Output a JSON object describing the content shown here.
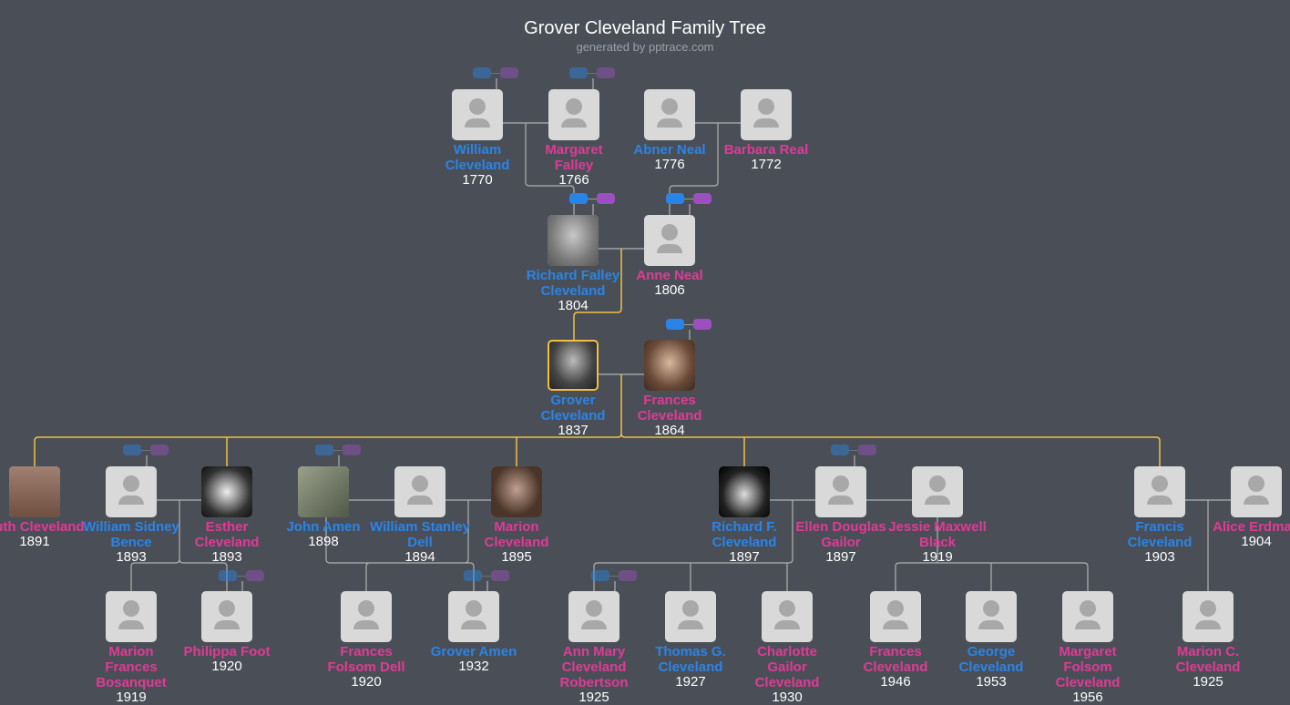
{
  "header": {
    "title": "Grover Cleveland Family Tree",
    "subtitle": "generated by pptrace.com"
  },
  "colors": {
    "male": "#2a84e6",
    "female": "#e03a96",
    "lineage": "#f0c040",
    "link": "#aaaaaa"
  },
  "people": [
    {
      "name": "William Cleveland",
      "year": "1770",
      "gender": "m",
      "photo": false
    },
    {
      "name": "Margaret Falley",
      "year": "1766",
      "gender": "f",
      "photo": false
    },
    {
      "name": "Abner Neal",
      "year": "1776",
      "gender": "m",
      "photo": false
    },
    {
      "name": "Barbara Real",
      "year": "1772",
      "gender": "f",
      "photo": false
    },
    {
      "name": "Richard Falley Cleveland",
      "year": "1804",
      "gender": "m",
      "photo": true
    },
    {
      "name": "Anne Neal",
      "year": "1806",
      "gender": "f",
      "photo": false
    },
    {
      "name": "Grover Cleveland",
      "year": "1837",
      "gender": "m",
      "photo": true,
      "selected": true
    },
    {
      "name": "Frances Cleveland",
      "year": "1864",
      "gender": "f",
      "photo": true
    },
    {
      "name": "Ruth Cleveland",
      "year": "1891",
      "gender": "f",
      "photo": true
    },
    {
      "name": "William Sidney Bence",
      "year": "1893",
      "gender": "m",
      "photo": false
    },
    {
      "name": "Esther Cleveland",
      "year": "1893",
      "gender": "f",
      "photo": true
    },
    {
      "name": "John Amen",
      "year": "1898",
      "gender": "m",
      "photo": true
    },
    {
      "name": "William Stanley Dell",
      "year": "1894",
      "gender": "m",
      "photo": false
    },
    {
      "name": "Marion Cleveland",
      "year": "1895",
      "gender": "f",
      "photo": true
    },
    {
      "name": "Richard F. Cleveland",
      "year": "1897",
      "gender": "m",
      "photo": true
    },
    {
      "name": "Ellen Douglas Gailor",
      "year": "1897",
      "gender": "f",
      "photo": false
    },
    {
      "name": "Jessie Maxwell Black",
      "year": "1919",
      "gender": "f",
      "photo": false
    },
    {
      "name": "Francis Cleveland",
      "year": "1903",
      "gender": "m",
      "photo": false
    },
    {
      "name": "Alice Erdman",
      "year": "1904",
      "gender": "f",
      "photo": false
    },
    {
      "name": "Marion Frances Bosanquet",
      "year": "1919",
      "gender": "f",
      "photo": false
    },
    {
      "name": "Philippa Foot",
      "year": "1920",
      "gender": "f",
      "photo": false
    },
    {
      "name": "Frances Folsom Dell",
      "year": "1920",
      "gender": "f",
      "photo": false
    },
    {
      "name": "Grover Amen",
      "year": "1932",
      "gender": "m",
      "photo": false
    },
    {
      "name": "Ann Mary Cleveland Robertson",
      "year": "1925",
      "gender": "f",
      "photo": false
    },
    {
      "name": "Thomas G. Cleveland",
      "year": "1927",
      "gender": "m",
      "photo": false
    },
    {
      "name": "Charlotte Gailor Cleveland",
      "year": "1930",
      "gender": "f",
      "photo": false
    },
    {
      "name": "Frances Cleveland",
      "year": "1946",
      "gender": "f",
      "photo": false
    },
    {
      "name": "George Cleveland",
      "year": "1953",
      "gender": "m",
      "photo": false
    },
    {
      "name": "Margaret Folsom Cleveland",
      "year": "1956",
      "gender": "f",
      "photo": false
    },
    {
      "name": "Marion C. Cleveland",
      "year": "1925",
      "gender": "f",
      "photo": false
    }
  ]
}
